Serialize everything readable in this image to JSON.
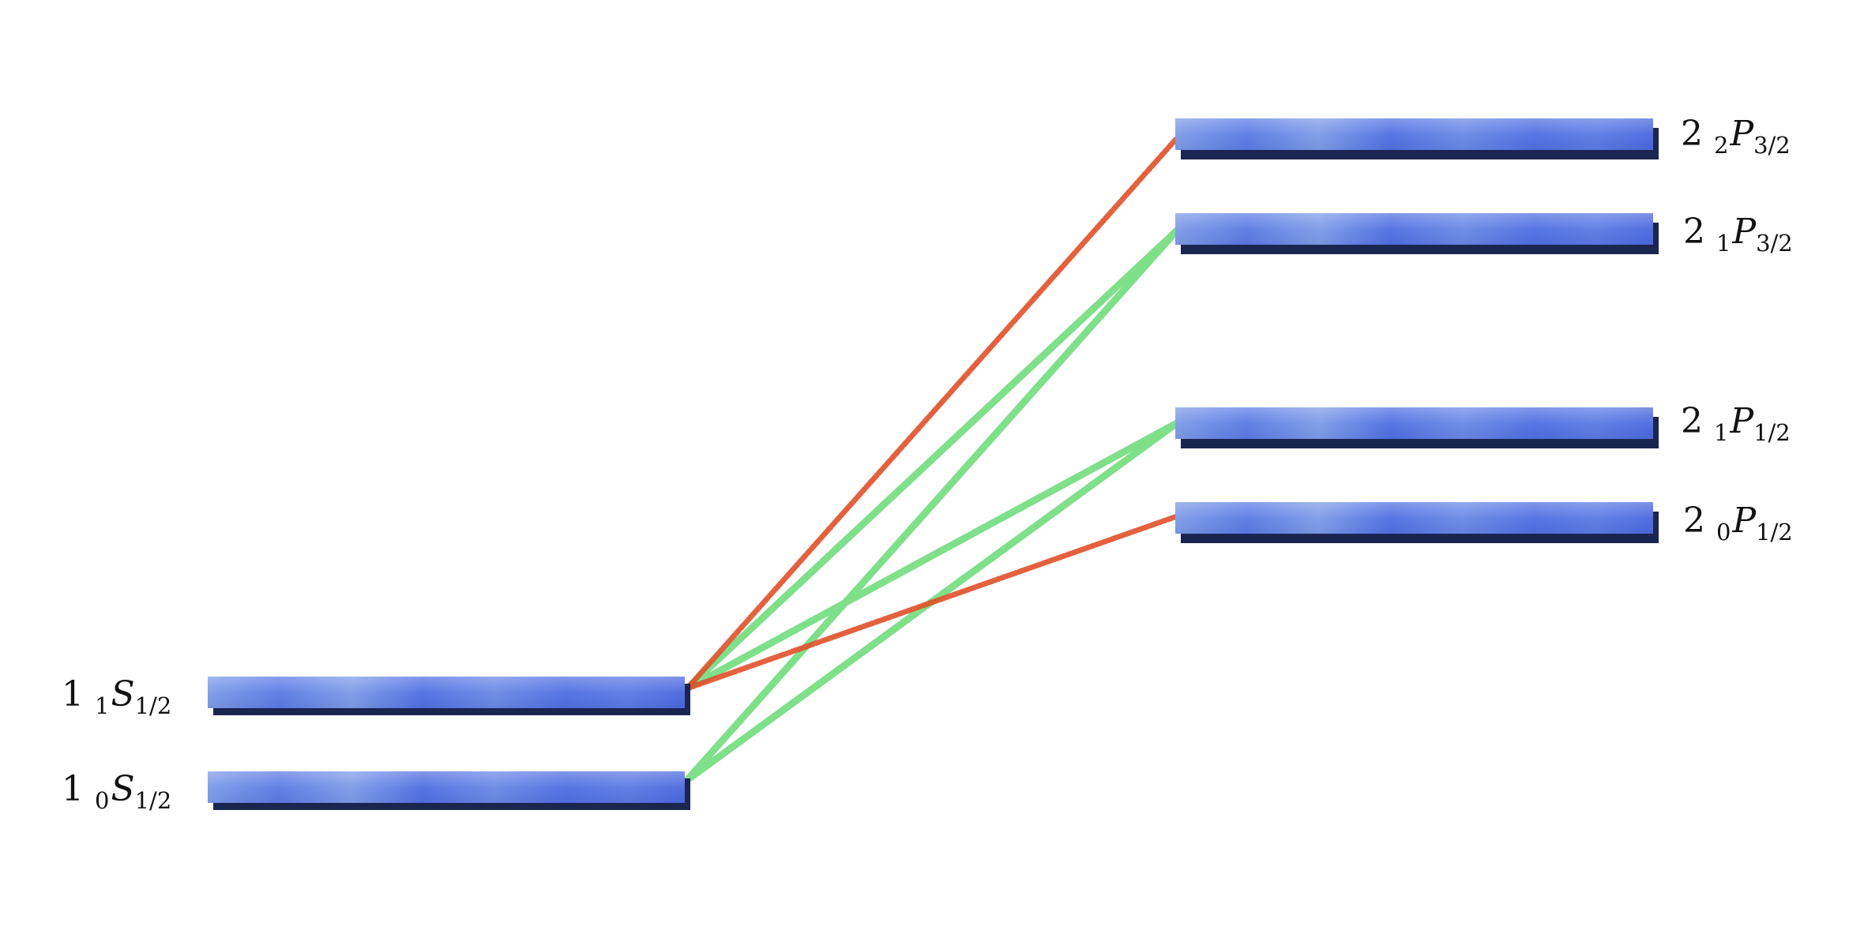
{
  "colors": {
    "level_fill": "#4f6fe3",
    "level_highlight": "#8fb0ea",
    "level_shadow": "#1a2550",
    "allowed_line": "#7fe08a",
    "forbidden_line": "#e0502a",
    "label_text": "#111111"
  },
  "levels": [
    {
      "id": "g1",
      "n": "1",
      "m": "1",
      "sym": "S",
      "j": "1/2"
    },
    {
      "id": "g0",
      "n": "1",
      "m": "0",
      "sym": "S",
      "j": "1/2"
    },
    {
      "id": "e3",
      "n": "2",
      "m": "2",
      "sym": "P",
      "j": "3/2"
    },
    {
      "id": "e2",
      "n": "2",
      "m": "1",
      "sym": "P",
      "j": "3/2"
    },
    {
      "id": "e1",
      "n": "2",
      "m": "1",
      "sym": "P",
      "j": "1/2"
    },
    {
      "id": "e0",
      "n": "2",
      "m": "0",
      "sym": "P",
      "j": "1/2"
    }
  ],
  "transitions": [
    {
      "from": "g1",
      "to": "e2",
      "style": "allowed"
    },
    {
      "from": "g1",
      "to": "e1",
      "style": "allowed"
    },
    {
      "from": "g0",
      "to": "e2",
      "style": "allowed"
    },
    {
      "from": "g0",
      "to": "e1",
      "style": "allowed"
    },
    {
      "from": "g1",
      "to": "e3",
      "style": "forbidden"
    },
    {
      "from": "g1",
      "to": "e0",
      "style": "forbidden"
    }
  ]
}
